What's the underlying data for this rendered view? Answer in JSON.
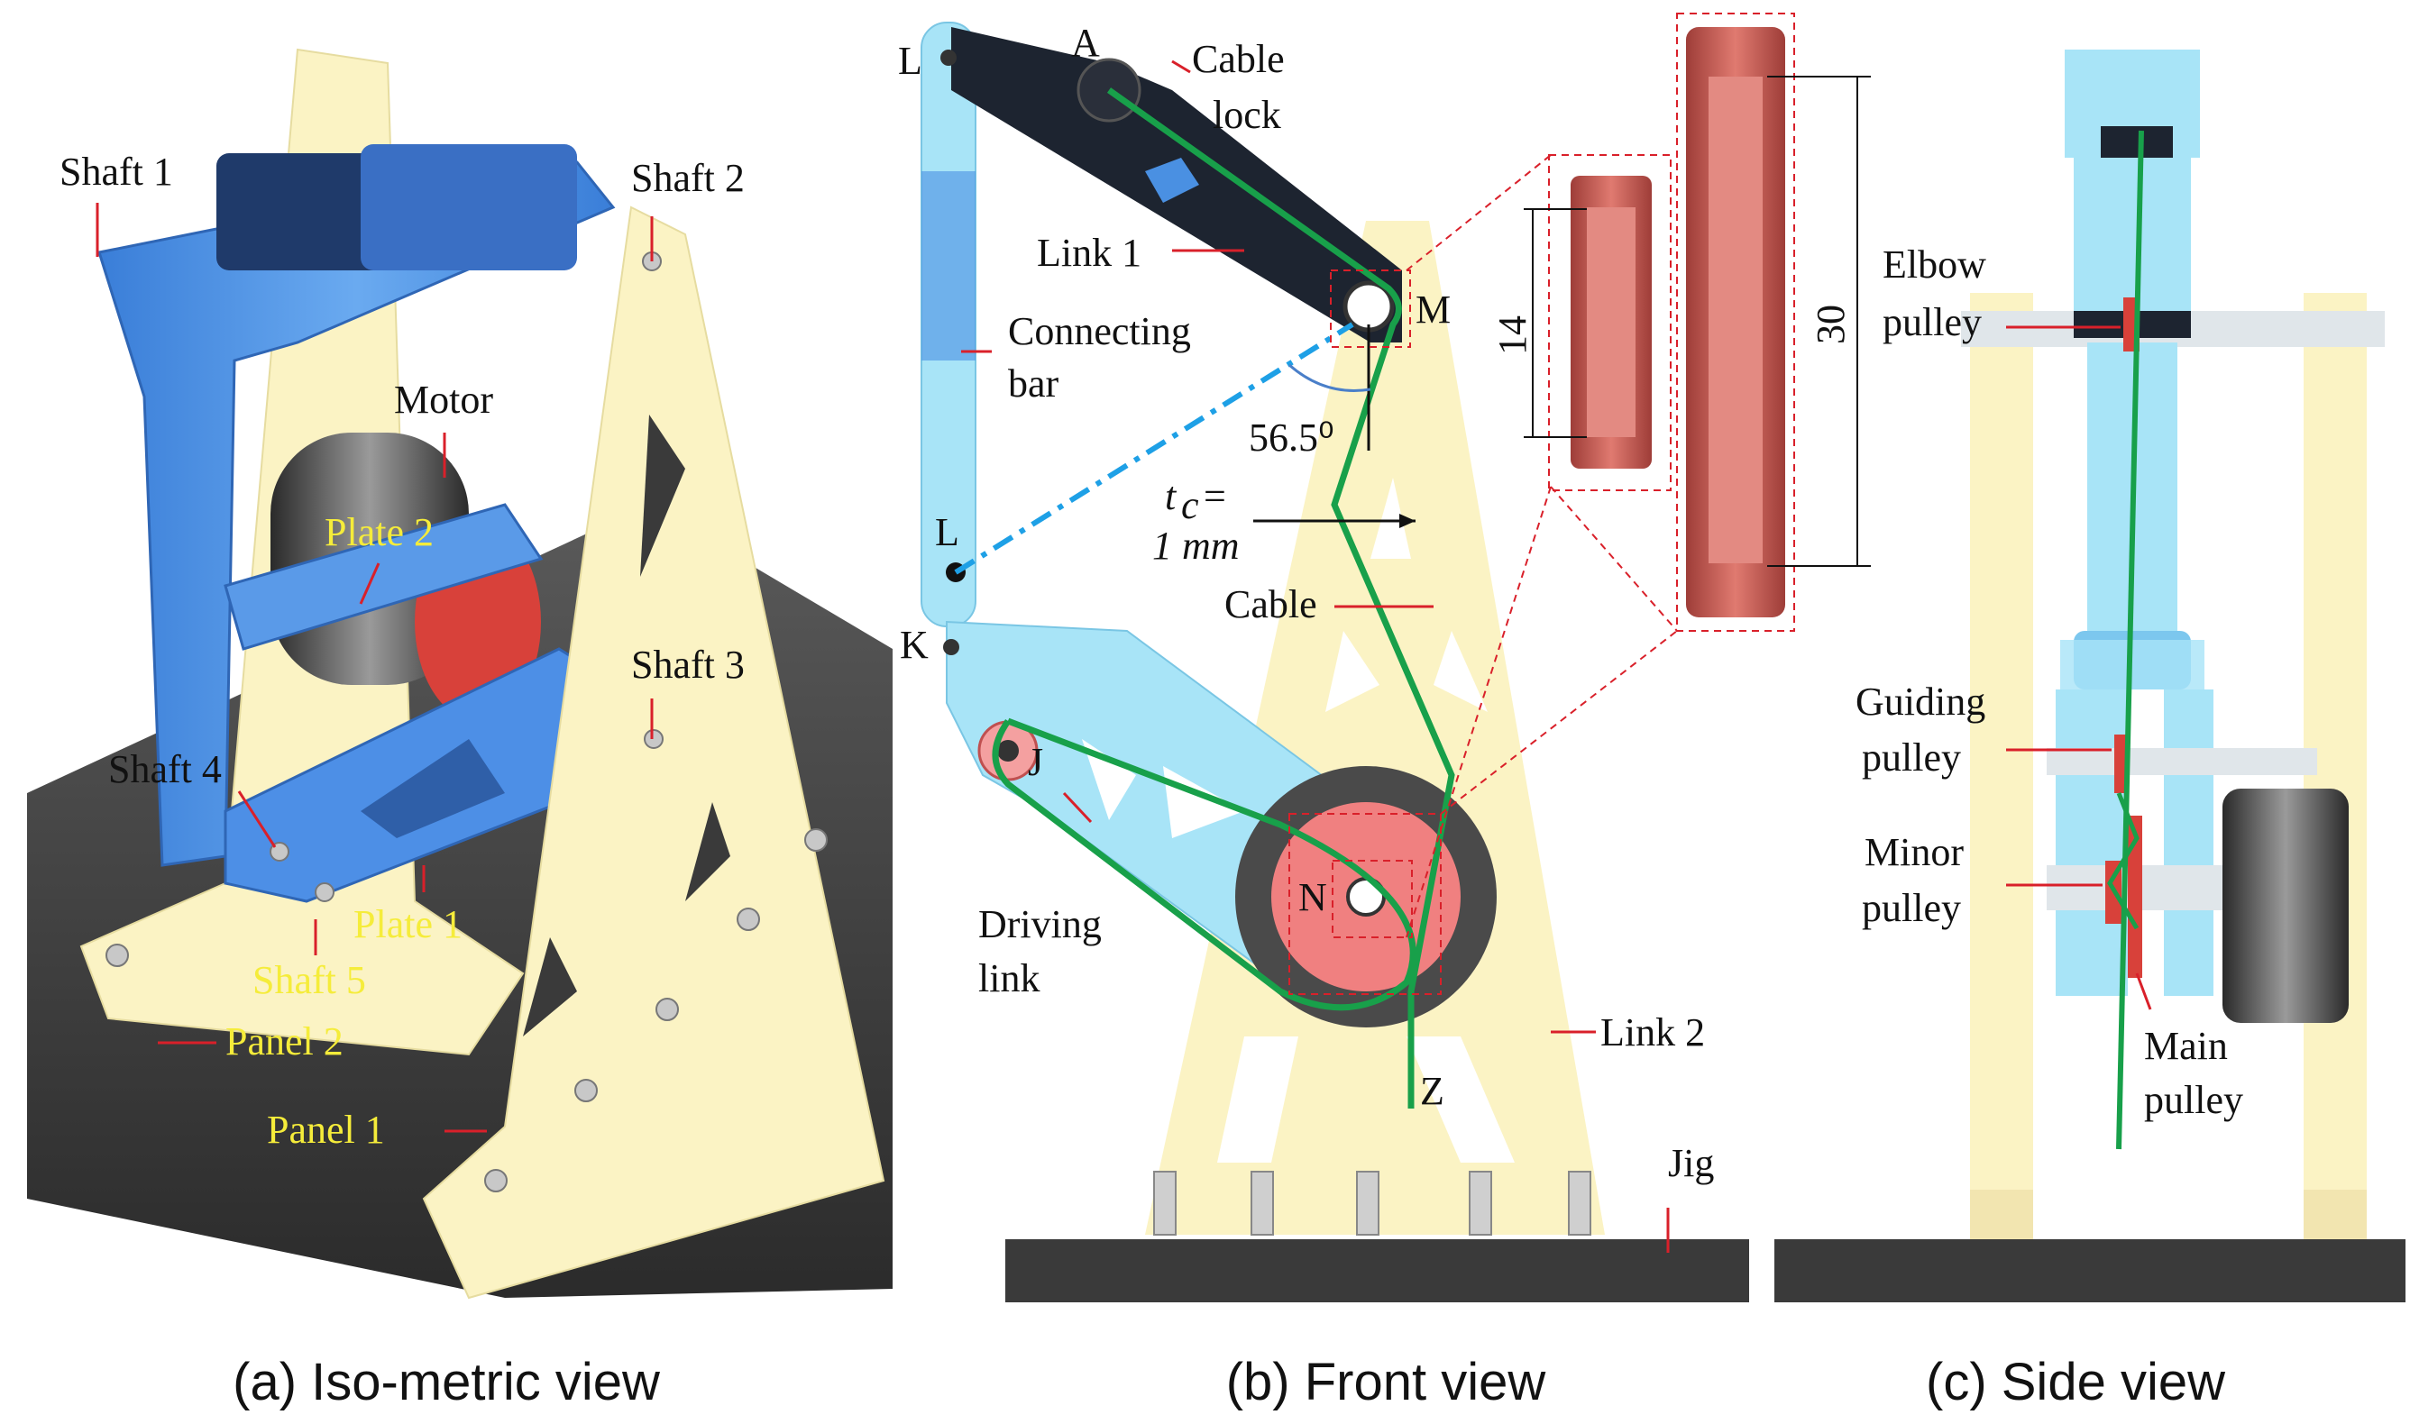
{
  "panel_a": {
    "caption": "(a) Iso-metric view",
    "labels": {
      "shaft1": "Shaft 1",
      "shaft2": "Shaft 2",
      "shaft3": "Shaft 3",
      "shaft4": "Shaft 4",
      "shaft5": "Shaft 5",
      "motor": "Motor",
      "plate1": "Plate 1",
      "plate2": "Plate 2",
      "panel1": "Panel 1",
      "panel2": "Panel 2"
    }
  },
  "panel_b": {
    "caption": "(b) Front view",
    "labels": {
      "point_l_top": "L",
      "point_l_mid": "L",
      "point_k": "K",
      "point_j": "J",
      "point_a": "A",
      "point_m": "M",
      "point_n": "N",
      "point_z": "Z",
      "cable_lock_1": "Cable",
      "cable_lock_2": "lock",
      "link1": "Link 1",
      "connecting_bar_1": "Connecting",
      "connecting_bar_2": "bar",
      "angle": "56.5⁰",
      "tc_1": "t",
      "tc_sub": "c",
      "tc_eq": " =",
      "tc_2": "1 mm",
      "cable": "Cable",
      "driving_link_1": "Driving",
      "driving_link_2": "link",
      "link2": "Link 2",
      "jig": "Jig",
      "dim_small": "14",
      "dim_large": "30"
    }
  },
  "panel_c": {
    "caption": "(c) Side view",
    "labels": {
      "elbow_1": "Elbow",
      "elbow_2": "pulley",
      "guiding_1": "Guiding",
      "guiding_2": "pulley",
      "minor_1": "Minor",
      "minor_2": "pulley",
      "main_1": "Main",
      "main_2": "pulley"
    }
  },
  "colors": {
    "blue_link": "#4a90e2",
    "light_blue": "#a8e4f7",
    "yellow_panel": "#fbf3c4",
    "dark_link": "#1d2430",
    "cable_green": "#18a04a",
    "pulley_red": "#c9564e",
    "jig_gray": "#3a3a3a",
    "label_yellow": "#f5ec3a",
    "leader_red": "#d9202a"
  }
}
